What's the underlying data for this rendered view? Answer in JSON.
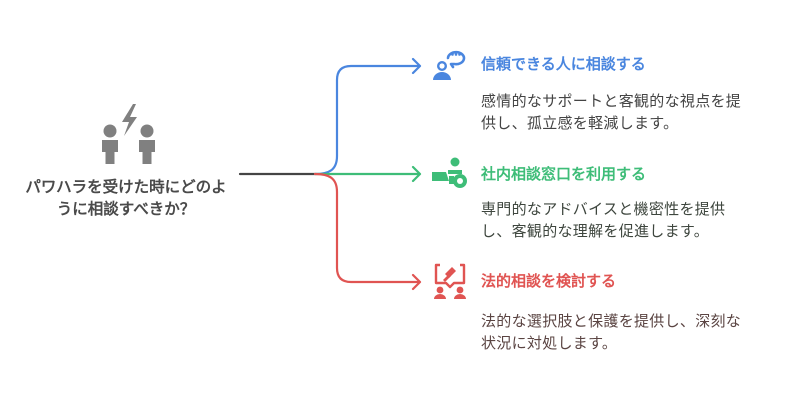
{
  "center": {
    "title": "パワハラを受けた時にどのように相談すべきか？",
    "icon": "two-people-conflict-icon",
    "color": "#808080"
  },
  "branches": [
    {
      "title": "信頼できる人に相談する",
      "description": "感情的なサポートと客観的な視点を提供し、孤立感を軽減します。",
      "icon": "person-speech-bubble-icon",
      "color": "#4a86df",
      "text_color": "#444444"
    },
    {
      "title": "社内相談窓口を利用する",
      "description": "専門的なアドバイスと機密性を提供し、客観的な理解を促進します。",
      "icon": "laptop-person-support-icon",
      "color": "#3ebd78",
      "text_color": "#3e463e"
    },
    {
      "title": "法的相談を検討する",
      "description": "法的な選択肢と保護を提供し、深刻な状況に対処します。",
      "icon": "legal-gavel-consultation-icon",
      "color": "#e05452",
      "text_color": "#5a4442"
    }
  ],
  "stem_color": "#444444"
}
